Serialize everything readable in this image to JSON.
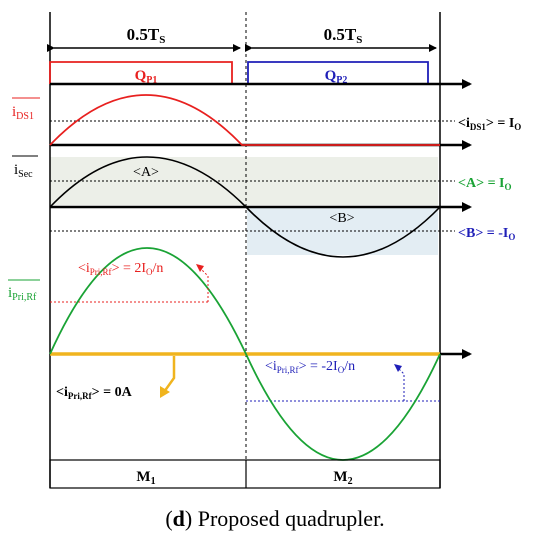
{
  "diagram": {
    "half_period_left": "0.5T",
    "half_period_right": "0.5T",
    "half_period_sub": "S",
    "qp1": {
      "main": "Q",
      "sub": "P1"
    },
    "qp2": {
      "main": "Q",
      "sub": "P2"
    },
    "signals": {
      "ids1": {
        "main": "i",
        "sub": "DS1"
      },
      "isec": {
        "main": "i",
        "sub": "Sec"
      },
      "ipri": {
        "main": "i",
        "sub": "Pri,Rf"
      }
    },
    "annotations": {
      "ids1_avg": {
        "pre": "<i",
        "sub": "DS1",
        "post": "> = I",
        "sub2": "O"
      },
      "a_avg": {
        "pre": "<A> = I",
        "sub": "O"
      },
      "b_avg": {
        "pre": "<B> = -I",
        "sub": "O"
      },
      "a_label": "<A>",
      "b_label": "<B>",
      "ipri_pos": {
        "pre": "<i",
        "sub": "Pri,Rf",
        "mid": "> = 2I",
        "sub2": "O",
        "post": "/n"
      },
      "ipri_neg": {
        "pre": "<i",
        "sub": "Pri,Rf",
        "mid": "> = -2I",
        "sub2": "O",
        "post": "/n"
      },
      "ipri_zero": {
        "pre": "<i",
        "sub": "Pri,Rf",
        "post": "> = 0A"
      }
    },
    "modes": {
      "m1": {
        "main": "M",
        "sub": "1"
      },
      "m2": {
        "main": "M",
        "sub": "2"
      }
    }
  },
  "caption": {
    "tag": "d",
    "open": "(",
    "close": ")",
    "text": " Proposed quadrupler."
  },
  "colors": {
    "red": "#e8201f",
    "blue": "#1f1fb8",
    "green": "#1aa335",
    "orange": "#f0b41e",
    "black": "#000000"
  }
}
